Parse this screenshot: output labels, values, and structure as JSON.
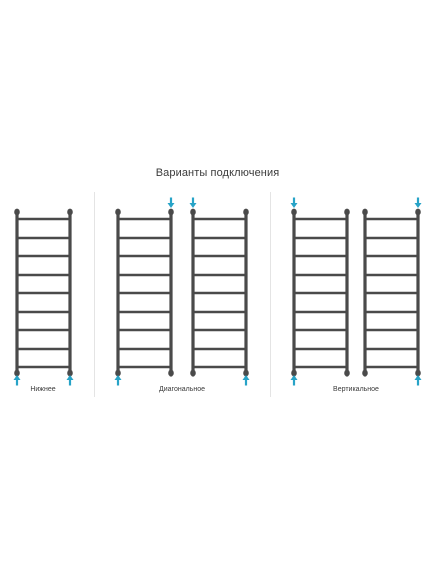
{
  "title": "Варианты подключения",
  "captions": {
    "bottom": "Нижнее",
    "diagonal": "Диагональное",
    "vertical": "Вертикальное"
  },
  "colors": {
    "rail": "#4a4a4a",
    "arrow": "#27a3c7",
    "divider": "#e4e4e4",
    "text": "#3b3b3b"
  },
  "icons": {
    "arrow": "arrow-up-icon / arrow-down-icon",
    "towel": "towel-rail-ladder-icon"
  }
}
